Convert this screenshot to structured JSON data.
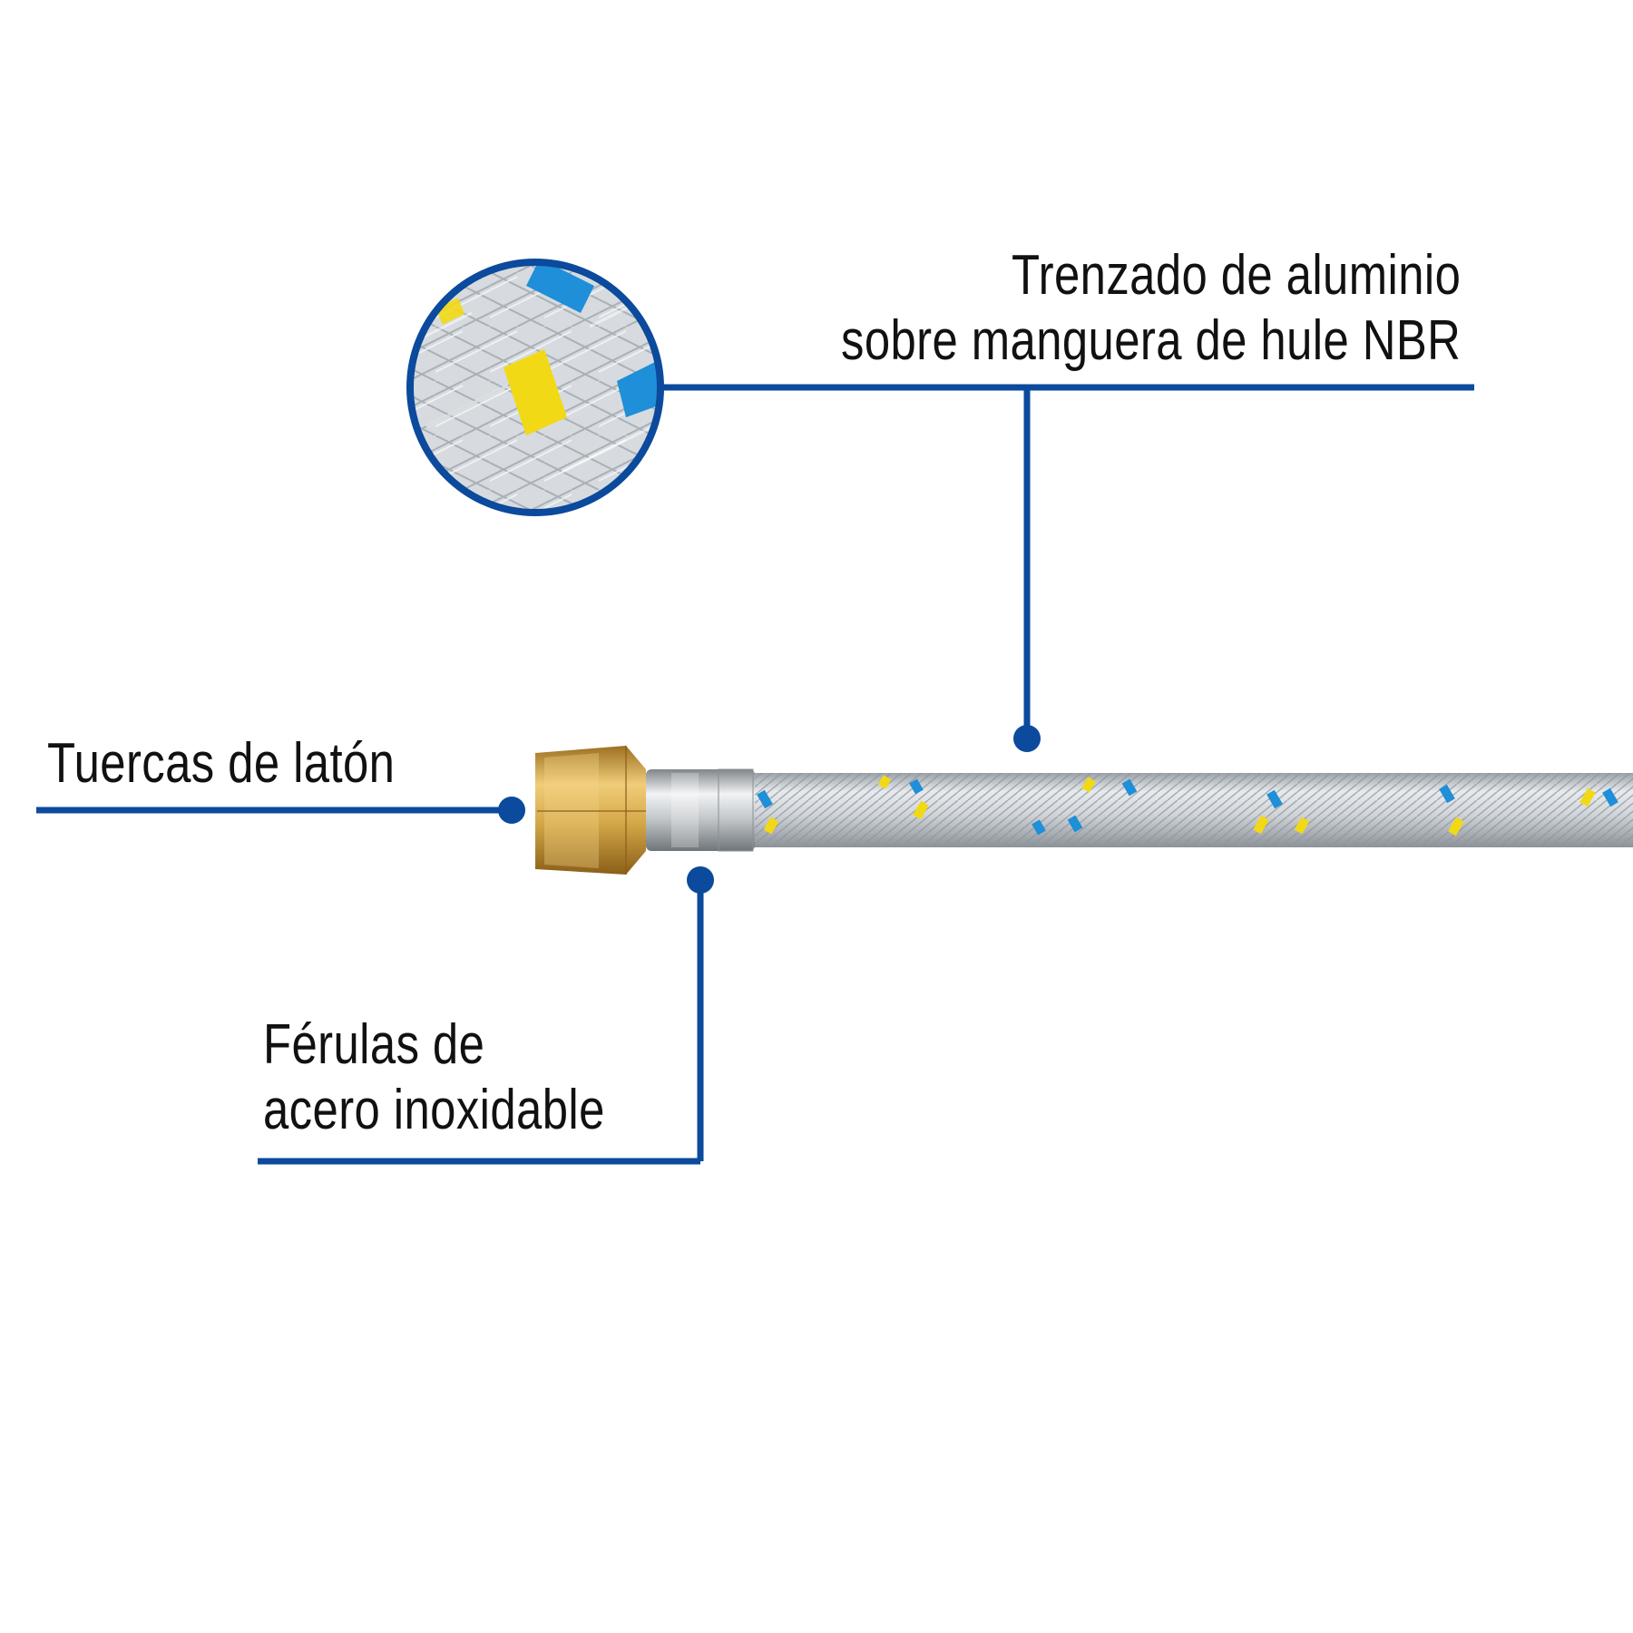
{
  "colors": {
    "accent_line": "#0b4a9c",
    "braid_silver": "#c9ced3",
    "braid_blue": "#1e8fd8",
    "braid_yellow": "#f2d916",
    "brass": "#d4a848",
    "steel": "#bfc3c6"
  },
  "callouts": {
    "braid": {
      "line1": "Trenzado de aluminio",
      "line2": "sobre manguera de hule NBR"
    },
    "nut": {
      "line1": "Tuercas de latón"
    },
    "ferrule": {
      "line1": "Férulas de",
      "line2": "acero inoxidable"
    }
  },
  "icons": {
    "detail_zoom": "braid-detail-zoom-icon",
    "callout_marker": "dot-marker-icon"
  }
}
